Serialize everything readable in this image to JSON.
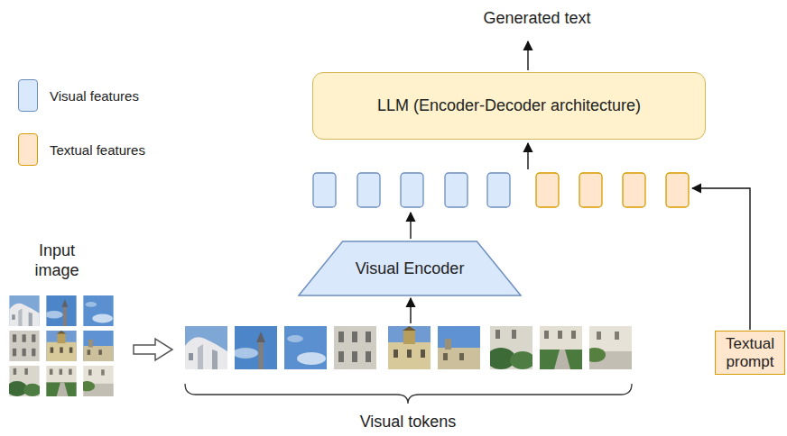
{
  "diagram": {
    "nodes": [
      {
        "text": [
          "LLM (Encoder-Decoder architecture)"
        ]
      },
      {
        "text": [
          "Visual Encoder"
        ]
      },
      {
        "text": [
          "Textual prompt"
        ]
      }
    ],
    "labels": [
      "Generated text",
      "Input image",
      "Visual tokens"
    ],
    "legend": [
      {
        "text": "Visual features",
        "color": "#dae8fc"
      },
      {
        "text": "Textual features",
        "color": "#ffe6cc"
      }
    ]
  }
}
